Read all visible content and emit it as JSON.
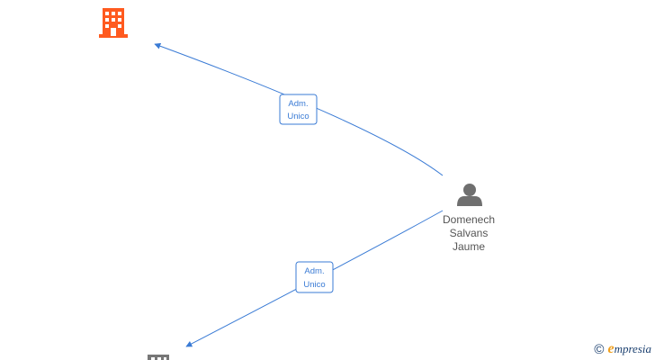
{
  "nodes": {
    "company_top": {
      "type": "company",
      "color": "#ff5a1f"
    },
    "company_bottom": {
      "type": "company",
      "color": "#777777"
    },
    "person": {
      "type": "person",
      "color": "#6f6f6f",
      "label_lines": [
        "Domenech",
        "Salvans",
        "Jaume"
      ]
    }
  },
  "edges": [
    {
      "from": "person",
      "to": "company_top",
      "label_lines": [
        "Adm.",
        "Unico"
      ],
      "color": "#3a7bd5"
    },
    {
      "from": "person",
      "to": "company_bottom",
      "label_lines": [
        "Adm.",
        "Unico"
      ],
      "color": "#3a7bd5"
    }
  ],
  "watermark": {
    "copyright_symbol": "©",
    "brand_initial": "e",
    "brand_rest": "mpresia"
  }
}
